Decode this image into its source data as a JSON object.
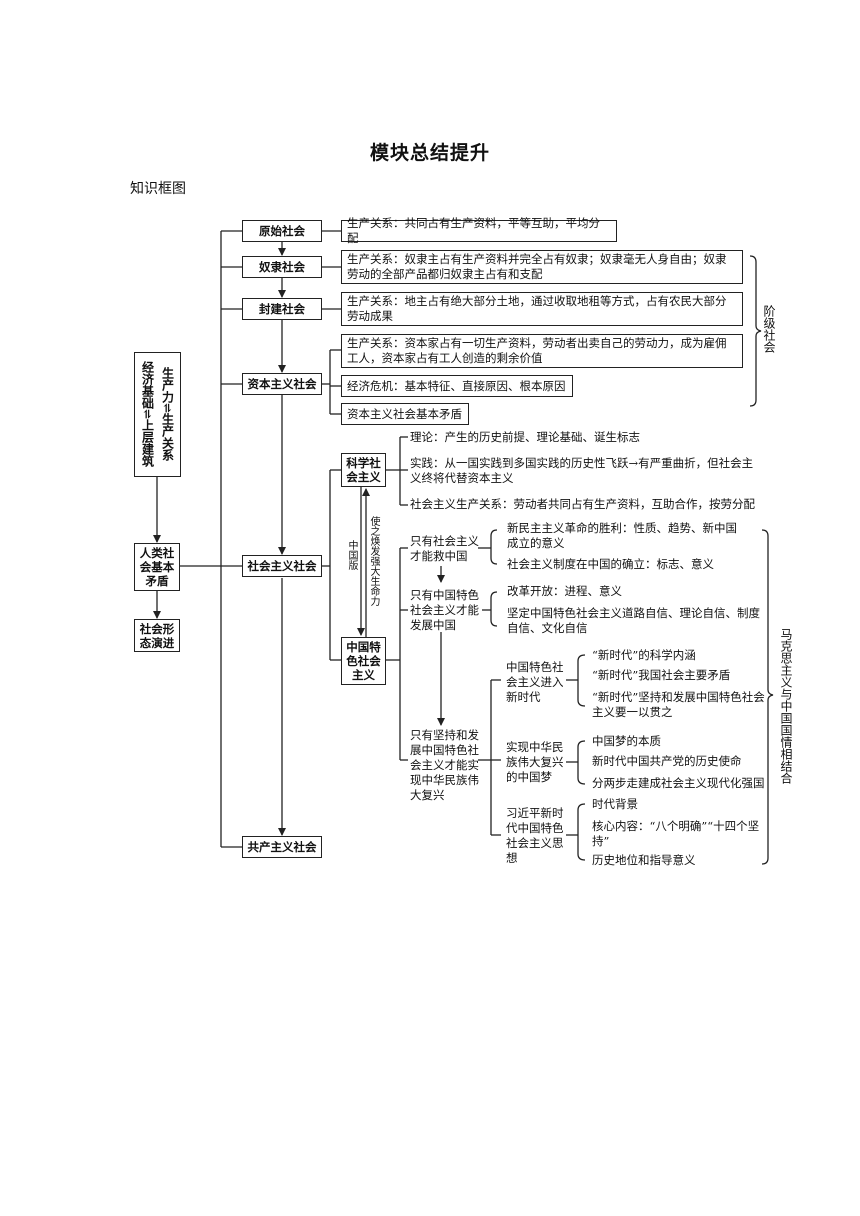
{
  "page": {
    "title": "模块总结提升",
    "subtitle": "知识框图"
  },
  "left_col": {
    "top_box_col1": "经济基础⇌上层建筑",
    "top_box_col2": "生产力⇌生产关系",
    "contradiction": "人类社会基本矛盾",
    "evolution": "社会形态演进"
  },
  "societies": {
    "primitive": "原始社会",
    "slave": "奴隶社会",
    "feudal": "封建社会",
    "capitalist": "资本主义社会",
    "socialist": "社会主义社会",
    "communist": "共产主义社会"
  },
  "relations": {
    "primitive": "生产关系：共同占有生产资料，平等互助，平均分配",
    "slave": "生产关系：奴隶主占有生产资料并完全占有奴隶；奴隶毫无人身自由；奴隶劳动的全部产品都归奴隶主占有和支配",
    "feudal": "生产关系：地主占有绝大部分土地，通过收取地租等方式，占有农民大部分劳动成果",
    "capitalist": "生产关系：资本家占有一切生产资料，劳动者出卖自己的劳动力，成为雇佣工人，资本家占有工人创造的剩余价值",
    "crisis": "经济危机：基本特征、直接原因、根本原因",
    "contradiction": "资本主义社会基本矛盾"
  },
  "class_society": "阶级社会",
  "scientific": {
    "box": "科学社会主义",
    "theory": "理论：产生的历史前提、理论基础、诞生标志",
    "practice": "实践：从一国实践到多国实践的历史性飞跃→有严重曲折，但社会主义终将代替资本主义",
    "relation": "社会主义生产关系：劳动者共同占有生产资料，互助合作，按劳分配"
  },
  "link_labels": {
    "china_version": "中国版",
    "rejuvenate": "使之焕发强大生命力"
  },
  "cs_box": "中国特色社会主义",
  "branch1": {
    "title": "只有社会主义才能救中国",
    "items": [
      "新民主主义革命的胜利：性质、趋势、新中国成立的意义",
      "社会主义制度在中国的确立：标志、意义"
    ]
  },
  "branch2": {
    "title": "只有中国特色社会主义才能发展中国",
    "items": [
      "改革开放：进程、意义",
      "坚定中国特色社会主义道路自信、理论自信、制度自信、文化自信"
    ]
  },
  "branch3": {
    "title": "只有坚持和发展中国特色社会主义才能实现中华民族伟大复兴",
    "newera": {
      "title": "中国特色社会主义进入新时代",
      "items": [
        "“新时代”的科学内涵",
        "“新时代”我国社会主要矛盾",
        "“新时代”坚持和发展中国特色社会主义要一以贯之"
      ]
    },
    "dream": {
      "title": "实现中华民族伟大复兴的中国梦",
      "items": [
        "中国梦的本质",
        "新时代中国共产党的历史使命",
        "分两步走建成社会主义现代化强国"
      ]
    },
    "xi": {
      "title": "习近平新时代中国特色社会主义思想",
      "items": [
        "时代背景",
        "核心内容：“八个明确”“十四个坚持”",
        "历史地位和指导意义"
      ]
    }
  },
  "marxism_label": "马克思主义与中国国情相结合"
}
